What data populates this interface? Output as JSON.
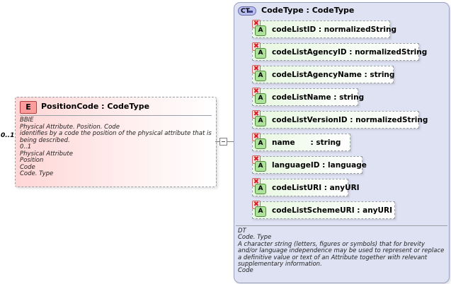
{
  "element": {
    "badge": "E",
    "title": "PositionCode : CodeType",
    "cardinality": "0..1",
    "doc": [
      "BBIE",
      "Physical Attribute. Position. Code",
      "identifies by a code the position of the physical attribute that is being described.",
      "0..1",
      "Physical Attribute",
      "Position",
      "Code",
      "Code. Type"
    ]
  },
  "type": {
    "badge": "CT",
    "title": "CodeType : CodeType",
    "attributes": [
      {
        "badge": "A",
        "label": "codeListID : normalizedString"
      },
      {
        "badge": "A",
        "label": "codeListAgencyID : normalizedString"
      },
      {
        "badge": "A",
        "label": "codeListAgencyName : string"
      },
      {
        "badge": "A",
        "label": "codeListName : string"
      },
      {
        "badge": "A",
        "label": "codeListVersionID : normalizedString"
      },
      {
        "badge": "A",
        "label": "name      : string"
      },
      {
        "badge": "A",
        "label": "languageID : language"
      },
      {
        "badge": "A",
        "label": "codeListURI : anyURI"
      },
      {
        "badge": "A",
        "label": "codeListSchemeURI : anyURI"
      }
    ],
    "doc": [
      "DT",
      "Code. Type",
      "A character string (letters, figures or symbols) that for brevity and/or language independence may be used to represent or replace a definitive value or text of an Attribute together with relevant supplementary information.",
      "Code"
    ]
  }
}
